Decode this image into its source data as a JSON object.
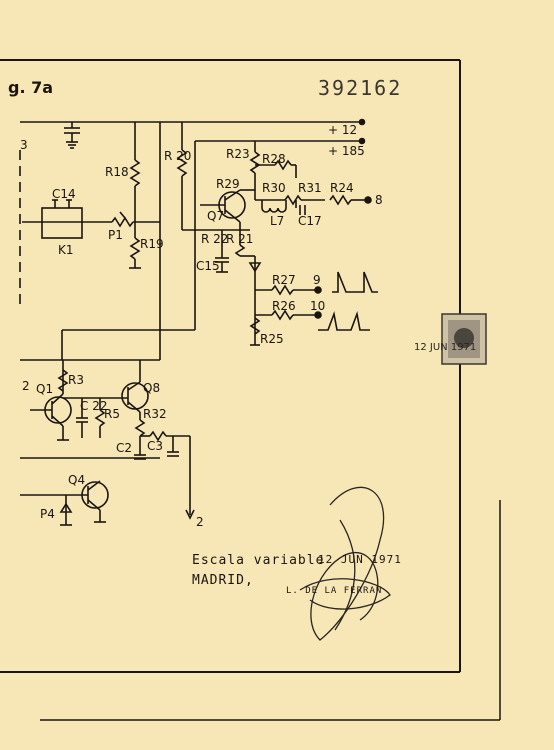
{
  "header": {
    "fig_label": "g.  7a",
    "patent_number": "392162"
  },
  "rails": {
    "v12": "+ 12",
    "v185": "+ 185"
  },
  "labels": {
    "r3": "3",
    "c14": "C14",
    "k1": "K1",
    "p1": "P1",
    "r18": "R18",
    "r19": "R19",
    "r20": "R 20",
    "r23": "R23",
    "r28": "R28",
    "r29": "R29",
    "r30": "R30",
    "r31": "R31",
    "r24": "R24",
    "out8": "8",
    "q7": "Q7",
    "l7": "L7",
    "c17": "C17",
    "r22": "R 22",
    "c15": "C15",
    "r21": "R 21",
    "r27": "R27",
    "out9": "9",
    "r26": "R26",
    "out10": "10",
    "r25": "R25",
    "left2": "2",
    "q1": "Q1",
    "rr3": "R3",
    "c22": "C 22",
    "r5": "R5",
    "q8": "Q8",
    "r32": "R32",
    "c2": "C2",
    "c3": "C3",
    "q4": "Q4",
    "p4": "P4",
    "out2": "2"
  },
  "footer": {
    "line1": "Escala variable",
    "line2": "MADRID,",
    "date": "12 JUN 1971",
    "signatory": "L. DE LA FERRAN"
  },
  "stamp": {
    "date": "12 JUN 1971"
  }
}
